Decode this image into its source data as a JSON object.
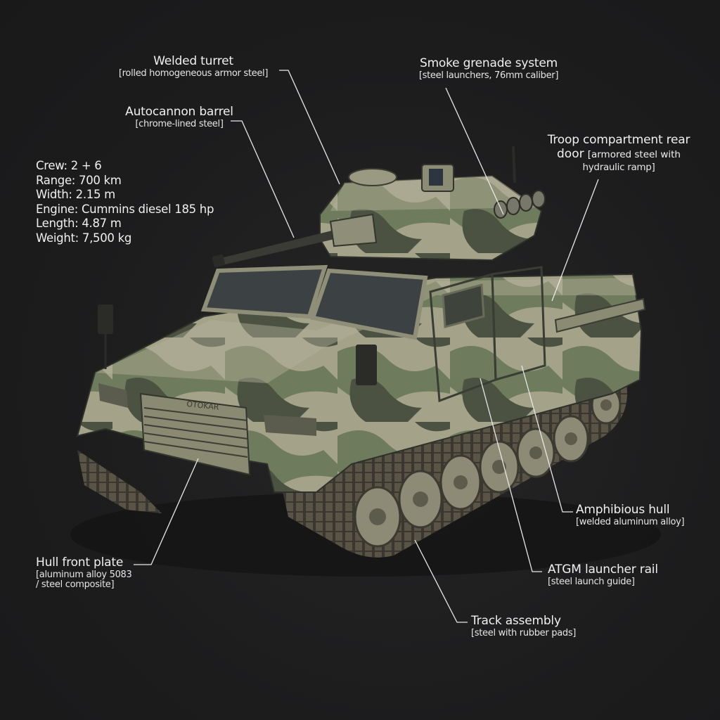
{
  "specs": [
    "Crew: 2 + 6",
    "Range: 700 km",
    "Width: 2.15 m",
    "Engine: Cummins diesel 185 hp",
    "Length: 4.87 m",
    "Weight: 7,500 kg"
  ],
  "callouts": {
    "welded_turret": {
      "title": "Welded turret",
      "material": "[rolled homogeneous armor steel]"
    },
    "autocannon": {
      "title": "Autocannon barrel",
      "material": "[chrome-lined steel]"
    },
    "smoke": {
      "title": "Smoke grenade system",
      "material": "[steel launchers, 76mm caliber]"
    },
    "rear_door": {
      "title": "Troop compartment rear",
      "title2": "door",
      "material": "[armored steel with",
      "material2": "hydraulic ramp]"
    },
    "hull": {
      "title": "Amphibious hull",
      "material": "[welded aluminum alloy]"
    },
    "atgm": {
      "title": "ATGM launcher rail",
      "material": "[steel launch guide]"
    },
    "track": {
      "title": "Track assembly",
      "material": "[steel with rubber pads]"
    },
    "front_plate": {
      "title": "Hull front plate",
      "material": "[aluminum alloy 5083",
      "material2": "/ steel composite]"
    }
  },
  "vehicle": {
    "grille_marking": "OTOKAR"
  },
  "colors": {
    "background": "#1c1c1d",
    "camo_light": "#a9a88f",
    "camo_green": "#6e7a5c",
    "camo_dark": "#4a5040",
    "text": "#f0f0f0"
  }
}
